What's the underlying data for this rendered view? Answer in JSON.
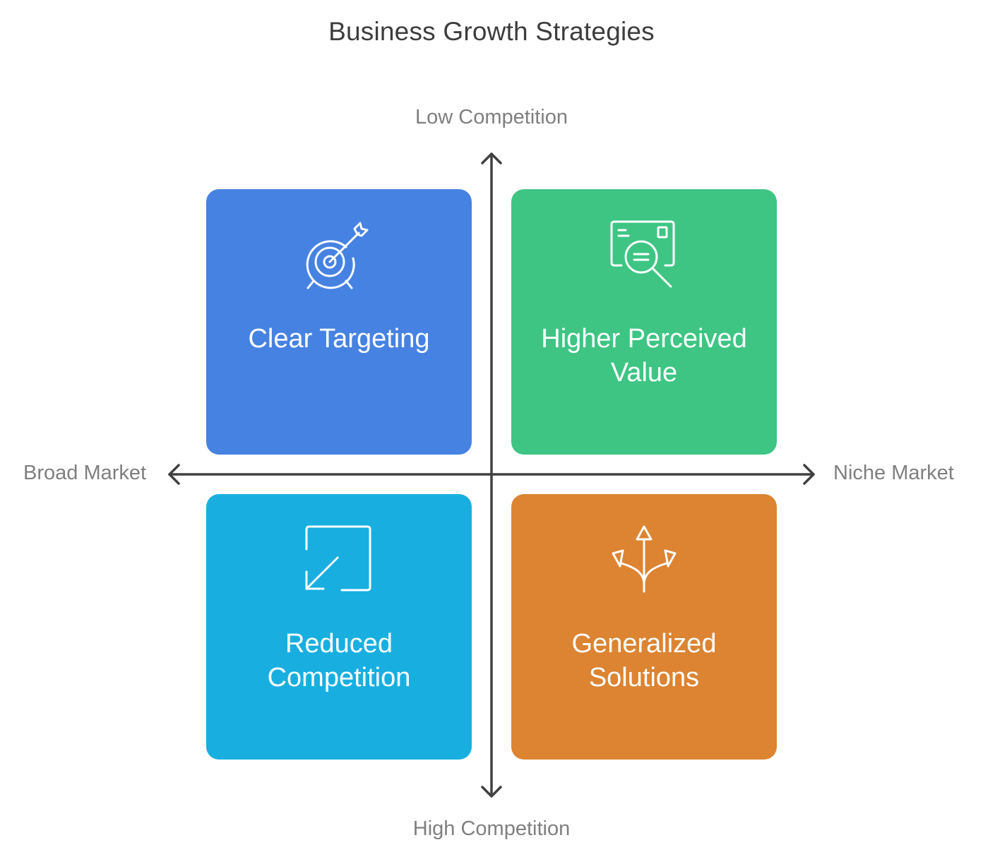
{
  "title": "Business Growth Strategies",
  "axes": {
    "top": "Low Competition",
    "bottom": "High Competition",
    "left": "Broad Market",
    "right": "Niche Market"
  },
  "quadrants": [
    {
      "label": "Clear Targeting",
      "color": "#4682E2",
      "icon": "target-arrow-icon"
    },
    {
      "label": "Higher Perceived Value",
      "color": "#3EC584",
      "icon": "document-search-icon"
    },
    {
      "label": "Reduced Competition",
      "color": "#18AFE0",
      "icon": "shrink-arrow-icon"
    },
    {
      "label": "Generalized Solutions",
      "color": "#DC8432",
      "icon": "split-arrows-icon"
    }
  ]
}
